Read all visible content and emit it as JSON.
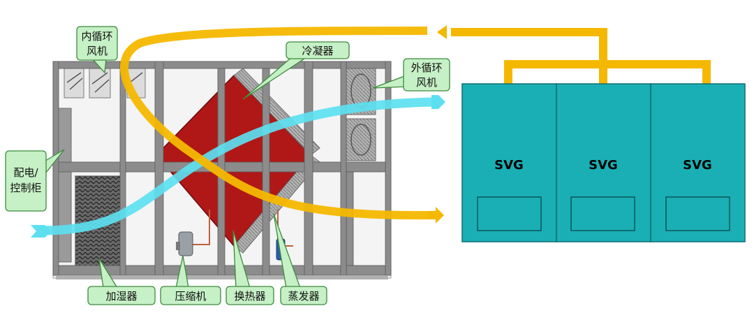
{
  "labels": {
    "inner_fan": [
      "内循环",
      "风机"
    ],
    "condenser": "冷凝器",
    "outer_fan": [
      "外循环",
      "风机"
    ],
    "power_cabinet": [
      "配电/",
      "控制柜"
    ],
    "humidifier": "加湿器",
    "compressor": "压缩机",
    "heat_exchanger": "换热器",
    "evaporator": "蒸发器"
  },
  "svg_units": [
    {
      "label": "SVG"
    },
    {
      "label": "SVG"
    },
    {
      "label": "SVG"
    }
  ],
  "colors": {
    "callout_fill": "#c6f0c6",
    "callout_stroke": "#3c8a3c",
    "hot_air": "#f5b800",
    "cold_air": "#5ce0f0",
    "svg_cabinet": "#1aafb5",
    "svg_cabinet_stroke": "#0d6e72",
    "heat_exchanger_core": "#b01818",
    "frame": "#8c8c8c"
  }
}
